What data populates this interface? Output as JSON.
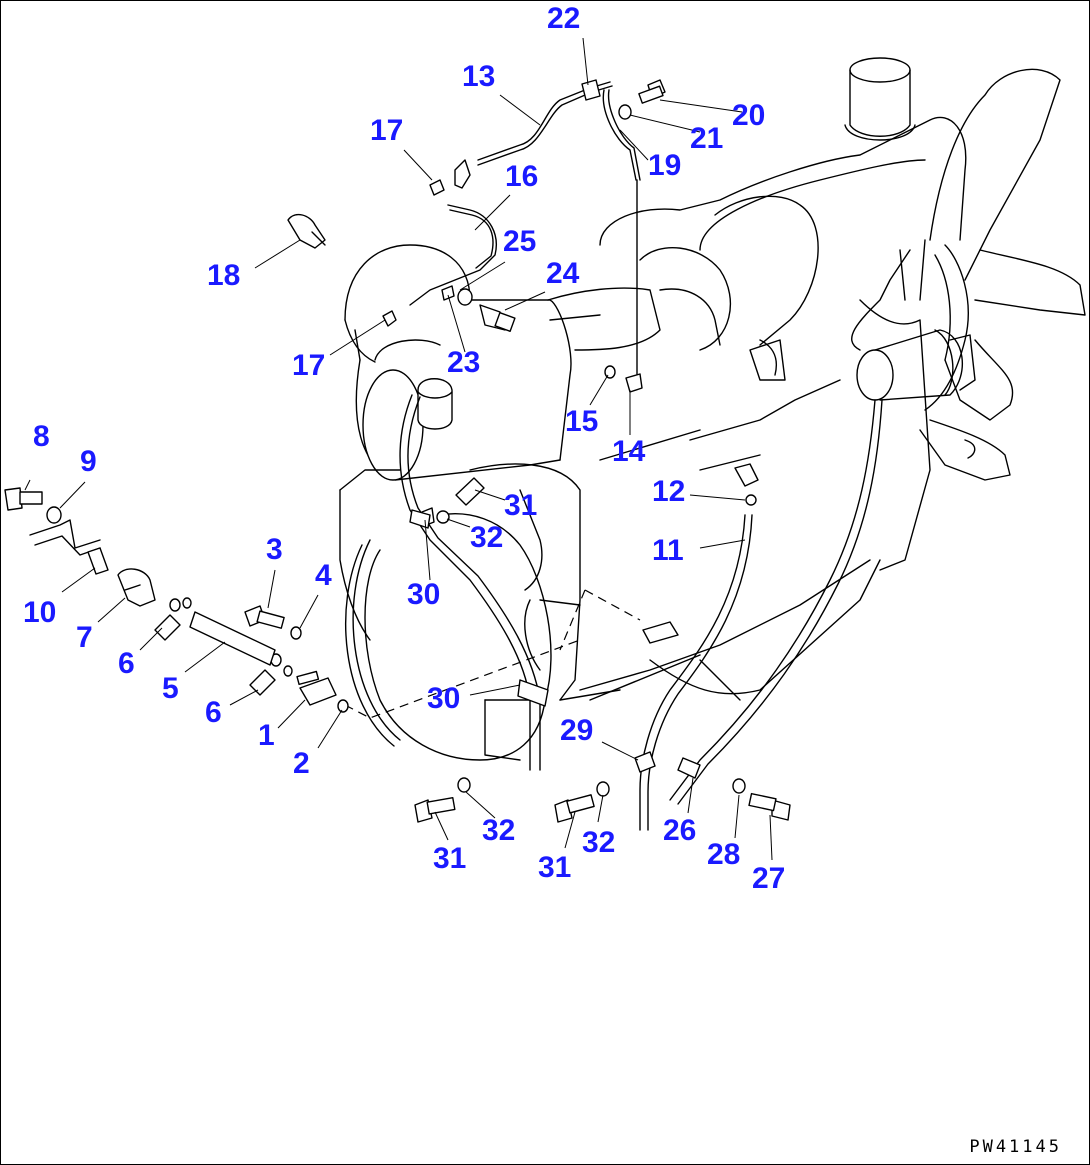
{
  "drawing_code": "PW41145",
  "callouts": [
    {
      "id": "c1",
      "text": "1"
    },
    {
      "id": "c2",
      "text": "2"
    },
    {
      "id": "c3",
      "text": "3"
    },
    {
      "id": "c4",
      "text": "4"
    },
    {
      "id": "c5",
      "text": "5"
    },
    {
      "id": "c6a",
      "text": "6"
    },
    {
      "id": "c6b",
      "text": "6"
    },
    {
      "id": "c7",
      "text": "7"
    },
    {
      "id": "c8",
      "text": "8"
    },
    {
      "id": "c9",
      "text": "9"
    },
    {
      "id": "c10",
      "text": "10"
    },
    {
      "id": "c11",
      "text": "11"
    },
    {
      "id": "c12",
      "text": "12"
    },
    {
      "id": "c13",
      "text": "13"
    },
    {
      "id": "c14",
      "text": "14"
    },
    {
      "id": "c15",
      "text": "15"
    },
    {
      "id": "c16",
      "text": "16"
    },
    {
      "id": "c17a",
      "text": "17"
    },
    {
      "id": "c17b",
      "text": "17"
    },
    {
      "id": "c18",
      "text": "18"
    },
    {
      "id": "c19",
      "text": "19"
    },
    {
      "id": "c20",
      "text": "20"
    },
    {
      "id": "c21",
      "text": "21"
    },
    {
      "id": "c22",
      "text": "22"
    },
    {
      "id": "c23",
      "text": "23"
    },
    {
      "id": "c24",
      "text": "24"
    },
    {
      "id": "c25",
      "text": "25"
    },
    {
      "id": "c26",
      "text": "26"
    },
    {
      "id": "c27",
      "text": "27"
    },
    {
      "id": "c28",
      "text": "28"
    },
    {
      "id": "c29",
      "text": "29"
    },
    {
      "id": "c30a",
      "text": "30"
    },
    {
      "id": "c30b",
      "text": "30"
    },
    {
      "id": "c31a",
      "text": "31"
    },
    {
      "id": "c31b",
      "text": "31"
    },
    {
      "id": "c31c",
      "text": "31"
    },
    {
      "id": "c32a",
      "text": "32"
    },
    {
      "id": "c32b",
      "text": "32"
    },
    {
      "id": "c32c",
      "text": "32"
    }
  ]
}
